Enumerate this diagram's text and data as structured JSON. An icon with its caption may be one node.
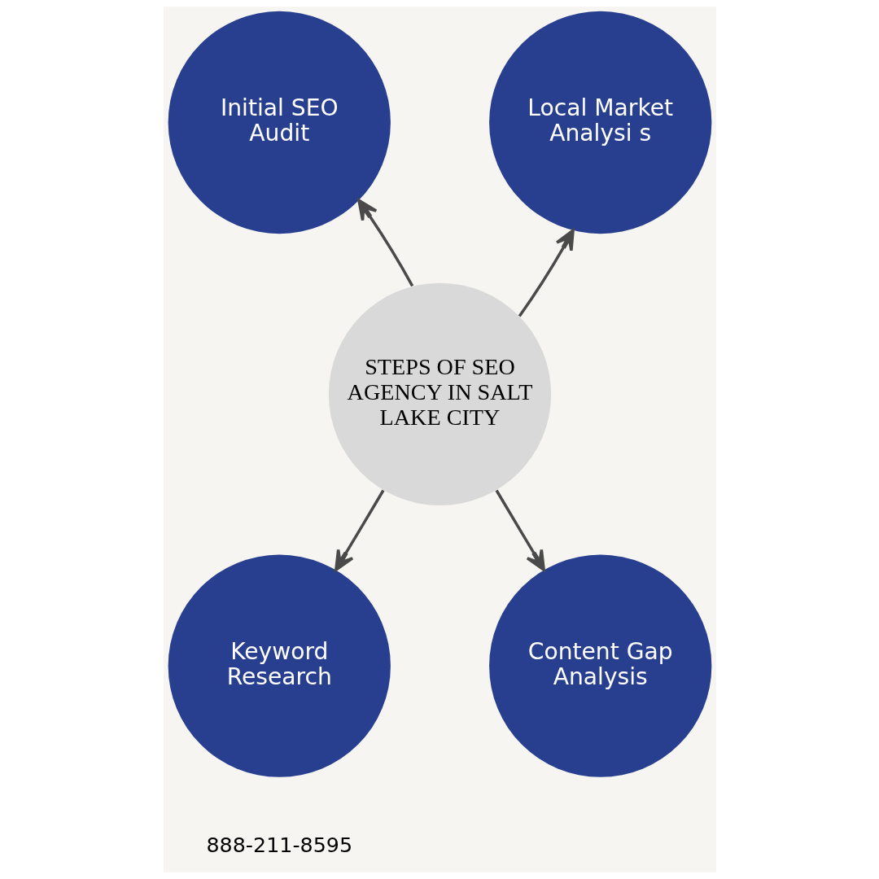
{
  "diagram": {
    "nodes": [
      {
        "text": [
          "Initial SEO Audit"
        ]
      },
      {
        "text": [
          "Local Market Analysi s"
        ]
      },
      {
        "text": [
          "STEPS OF SEO AGENCY IN SALT LAKE CITY"
        ]
      },
      {
        "text": [
          "Keyword Research"
        ]
      },
      {
        "text": [
          "Content Gap Analysis"
        ]
      }
    ],
    "edges": [
      {
        "from": 2,
        "to": 0,
        "arrow": "to"
      },
      {
        "from": 2,
        "to": 1,
        "arrow": "to"
      },
      {
        "from": 2,
        "to": 3,
        "arrow": "to"
      },
      {
        "from": 2,
        "to": 4,
        "arrow": "to"
      }
    ],
    "labels": [
      "888-211-8595"
    ]
  }
}
